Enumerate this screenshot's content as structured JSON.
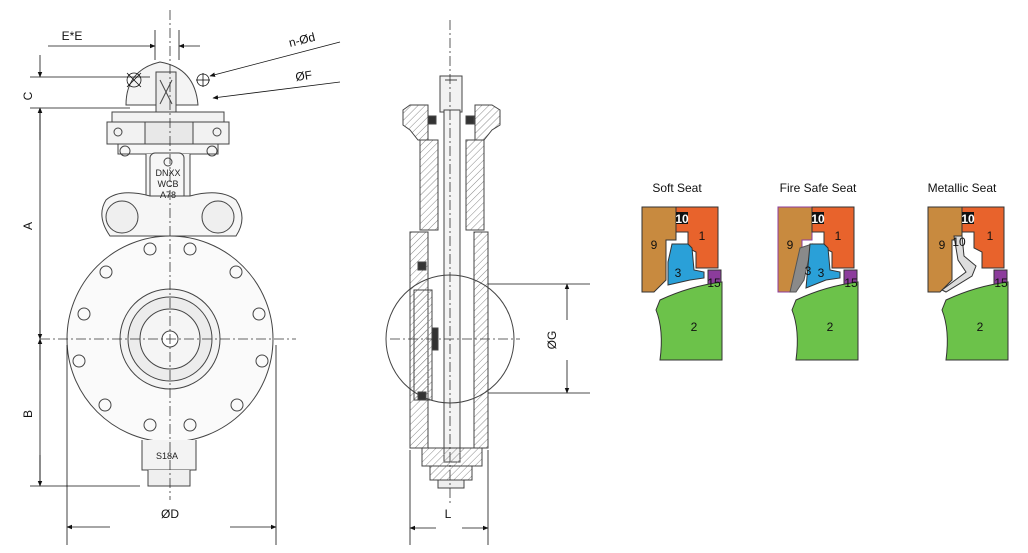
{
  "dimensions": {
    "ee": "E*E",
    "nd": "n-Ød",
    "f": "ØF",
    "c": "C",
    "a": "A",
    "b": "B",
    "d": "ØD",
    "g": "ØG",
    "l": "L"
  },
  "body_marking": {
    "line1": "DNXX",
    "line2": "WCB",
    "line3": "A78",
    "base": "S18A"
  },
  "seat_details": [
    {
      "title": "Soft Seat",
      "labels": {
        "p10": "10",
        "p1": "1",
        "p9": "9",
        "p3": "3",
        "p15": "15",
        "p2": "2"
      }
    },
    {
      "title": "Fire Safe Seat",
      "labels": {
        "p10": "10",
        "p1": "1",
        "p9": "9",
        "p3a": "3",
        "p3b": "3",
        "p15": "15",
        "p2": "2"
      }
    },
    {
      "title": "Metallic Seat",
      "labels": {
        "p10": "10",
        "p1": "1",
        "p9": "9",
        "p10b": "10",
        "p15": "15",
        "p2": "2"
      }
    }
  ],
  "colors": {
    "body_orange": "#e8632c",
    "retainer_tan": "#c88a3f",
    "seat_blue": "#2aa0d8",
    "disc_green": "#6cc24a",
    "gasket_purple": "#8c3c9c",
    "graphite_gray": "#8a8a8a",
    "line": "#333333",
    "hatch": "#888888"
  }
}
